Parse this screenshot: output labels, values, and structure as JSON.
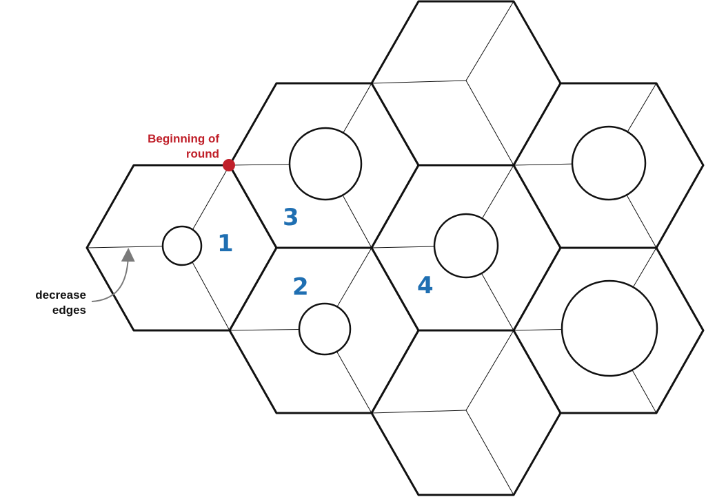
{
  "labels": {
    "beginning_line1": "Beginning of",
    "beginning_line2": "round",
    "decrease_line1": "decrease",
    "decrease_line2": "edges"
  },
  "steps": [
    "1",
    "2",
    "3",
    "4"
  ],
  "colors": {
    "stroke": "#111111",
    "step_number": "#1f6fb2",
    "start_marker": "#c0202a",
    "annotation_arrow": "#7a7a7a",
    "annotation_text": "#111111"
  }
}
